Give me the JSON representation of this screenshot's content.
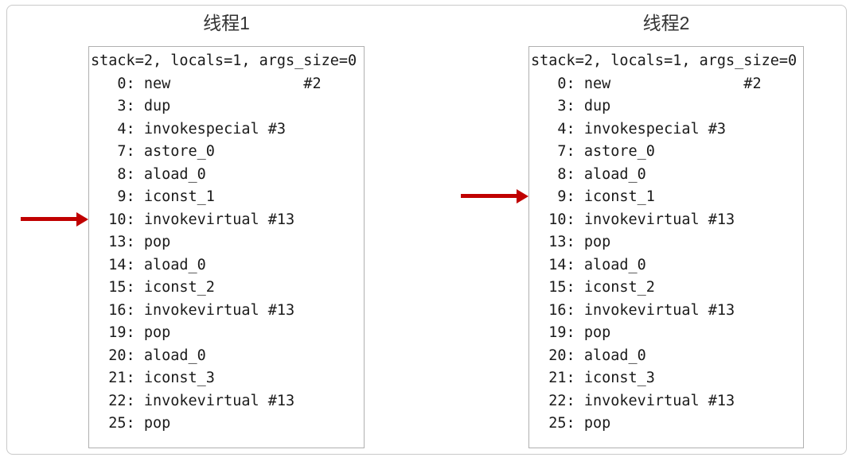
{
  "diagram": {
    "title_color": "#333333",
    "arrow_color": "#c00000",
    "box_border_color": "#b0b0b0",
    "frame_border_color": "#c9c9c9",
    "background": "#ffffff"
  },
  "panels": [
    {
      "title": "线程1",
      "code_lines": [
        "stack=2, locals=1, args_size=0",
        "   0: new               #2",
        "   3: dup",
        "   4: invokespecial #3",
        "   7: astore_0",
        "   8: aload_0",
        "   9: iconst_1",
        "  10: invokevirtual #13",
        "  13: pop",
        "  14: aload_0",
        "  15: iconst_2",
        "  16: invokevirtual #13",
        "  19: pop",
        "  20: aload_0",
        "  21: iconst_3",
        "  22: invokevirtual #13",
        "  25: pop"
      ],
      "pointer": {
        "target_line_index": 7,
        "target_line_text": "  10: invokevirtual #13"
      }
    },
    {
      "title": "线程2",
      "code_lines": [
        "stack=2, locals=1, args_size=0",
        "   0: new               #2",
        "   3: dup",
        "   4: invokespecial #3",
        "   7: astore_0",
        "   8: aload_0",
        "   9: iconst_1",
        "  10: invokevirtual #13",
        "  13: pop",
        "  14: aload_0",
        "  15: iconst_2",
        "  16: invokevirtual #13",
        "  19: pop",
        "  20: aload_0",
        "  21: iconst_3",
        "  22: invokevirtual #13",
        "  25: pop"
      ],
      "pointer": {
        "target_line_index": 6,
        "target_line_text": "   9: iconst_1"
      }
    }
  ]
}
